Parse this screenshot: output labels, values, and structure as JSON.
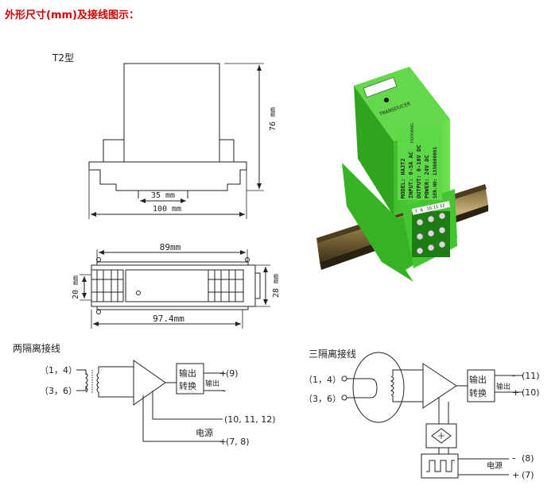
{
  "header": {
    "title": "外形尺寸(mm)及接线图示："
  },
  "front_view": {
    "model_label": "T2型",
    "dim_height": "76 mm",
    "dim_inner": "35 mm",
    "dim_width": "100 mm"
  },
  "top_view": {
    "dim_length": "89mm",
    "dim_left": "20 mm",
    "dim_right": "28 mm",
    "dim_total": "97.4mm"
  },
  "photo": {
    "brand_text": "TRANSDUCER",
    "terminal_labels": [
      "7",
      "8",
      "10",
      "11",
      "12"
    ],
    "label_lines": [
      "MODEL: HAJT2",
      "INPUT: 0-5A AC",
      "OUTPUT: 0-10V DC",
      "POWER: 24V DC",
      "SER.NO: 1336600001"
    ],
    "side_note": "HUIXIANG"
  },
  "two_isolation": {
    "title": "两隔离接线",
    "in_pos": "（1，4）",
    "in_neg": "（3，6）",
    "out_box": [
      "输出",
      "转换"
    ],
    "out_label": "输出",
    "out_plus_term": "(9)",
    "out_minus": "-",
    "plus": "+",
    "gnd_term": "(10, 11, 12)",
    "power_label": "电源",
    "power_term": "(7, 8)"
  },
  "three_isolation": {
    "title": "三隔离接线",
    "in_pos": "（1，4）",
    "in_neg": "（3，6）",
    "out_box": [
      "输出",
      "转换"
    ],
    "out_label": "输出",
    "out_minus_term": "(11)",
    "out_plus_term": "(10)",
    "power_label": "电源",
    "power_minus_term": "(8)",
    "power_plus_term": "(7)",
    "minus": "-",
    "plus": "+"
  }
}
